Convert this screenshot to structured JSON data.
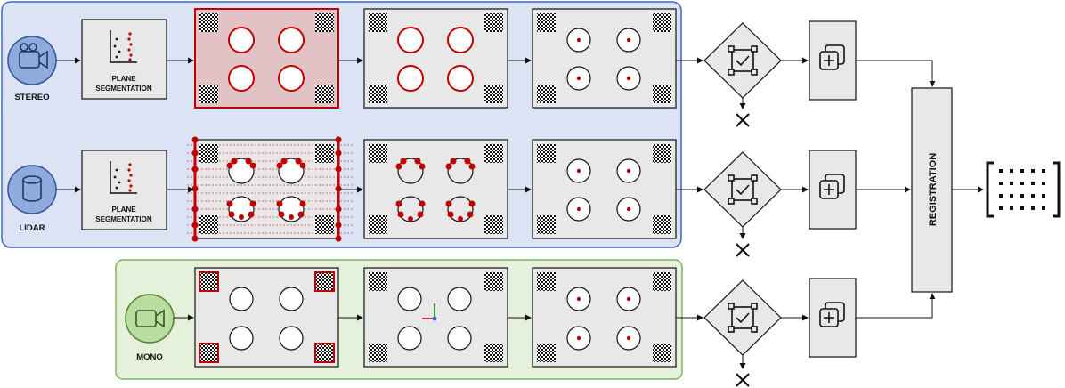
{
  "sensors": {
    "stereo": {
      "label": "STEREO",
      "icon": "video-camera-icon"
    },
    "lidar": {
      "label": "LIDAR",
      "icon": "cylinder-icon"
    },
    "mono": {
      "label": "MONO",
      "icon": "video-camera-icon"
    }
  },
  "steps": {
    "plane_segmentation": [
      "PLANE",
      "SEGMENTATION"
    ],
    "registration": "REGISTRATION"
  },
  "colors": {
    "top_panel_fill": "#dbe3f4",
    "top_panel_border": "#3a66c4",
    "bottom_panel_fill": "#e6f1dc",
    "bottom_panel_border": "#7fb460",
    "sensor_blue": "#8faadc",
    "sensor_green": "#b9dca1",
    "box_fill": "#e8e8e8",
    "highlight_red": "#c00000",
    "highlight_fill": "#e3c2c6"
  },
  "icons": [
    "check-square-icon",
    "add-copy-icon",
    "reject-x-icon",
    "point-grid-bracket-icon",
    "scatter-plot-icon",
    "axes-icon"
  ]
}
